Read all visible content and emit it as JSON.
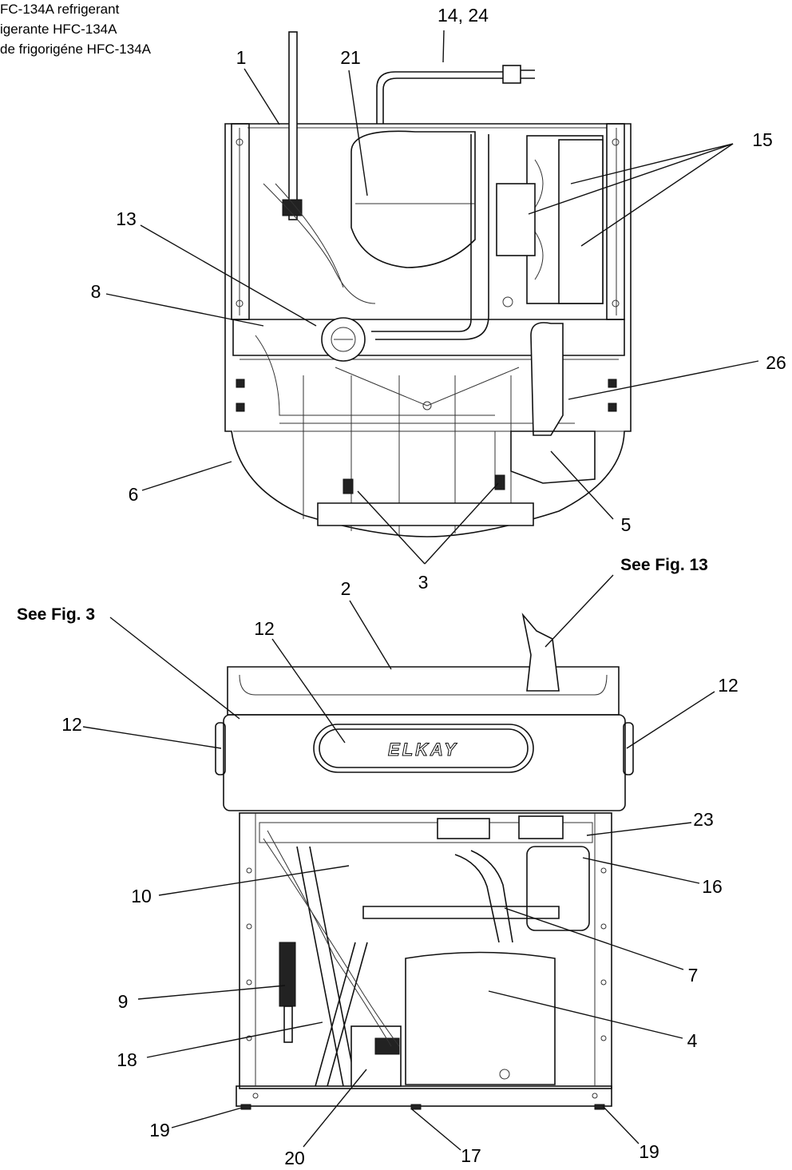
{
  "header": {
    "lines": [
      "FC-134A refrigerant",
      "igerante HFC-134A",
      "de frigorigéne HFC-134A"
    ]
  },
  "callouts": {
    "c1": "1",
    "c2": "2",
    "c3": "3",
    "c4": "4",
    "c5": "5",
    "c6": "6",
    "c7": "7",
    "c8": "8",
    "c9": "9",
    "c10": "10",
    "c12a": "12",
    "c12b": "12",
    "c12c": "12",
    "c13": "13",
    "c14_24": "14, 24",
    "c15": "15",
    "c16": "16",
    "c17": "17",
    "c18": "18",
    "c19a": "19",
    "c19b": "19",
    "c20": "20",
    "c21": "21",
    "c23": "23",
    "c26": "26"
  },
  "references": {
    "fig3": "See Fig. 3",
    "fig13": "See Fig. 13"
  },
  "brand": "ELKAY"
}
